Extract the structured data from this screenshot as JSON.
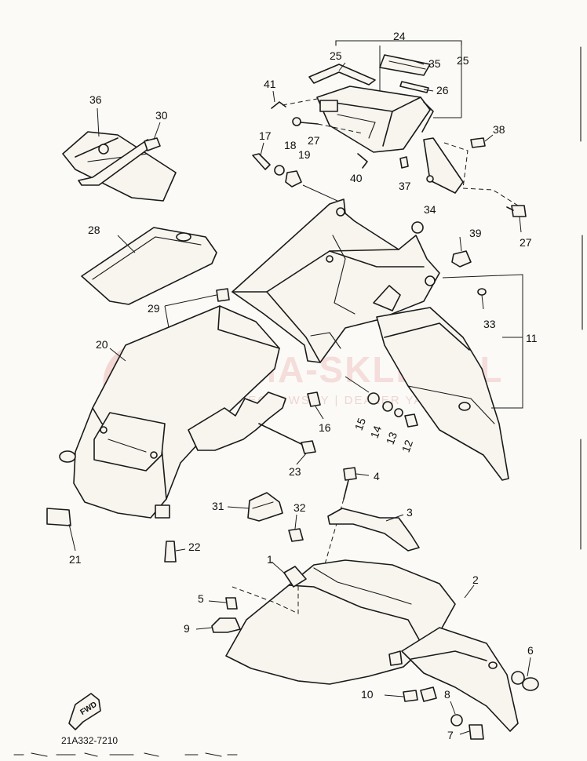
{
  "watermark": {
    "main": "YAMA-SKLEP.PL",
    "sub": "WOJCIECHOWSCY | DEALER YAMAHA"
  },
  "drawing_code": "21A332-7210",
  "fwd_label": "FWD",
  "labels": [
    {
      "id": "24",
      "text": "24"
    },
    {
      "id": "25a",
      "text": "25"
    },
    {
      "id": "25b",
      "text": "25"
    },
    {
      "id": "35",
      "text": "35"
    },
    {
      "id": "26",
      "text": "26"
    },
    {
      "id": "41",
      "text": "41"
    },
    {
      "id": "27a",
      "text": "27"
    },
    {
      "id": "36",
      "text": "36"
    },
    {
      "id": "30",
      "text": "30"
    },
    {
      "id": "17",
      "text": "17"
    },
    {
      "id": "18",
      "text": "18"
    },
    {
      "id": "19",
      "text": "19"
    },
    {
      "id": "40",
      "text": "40"
    },
    {
      "id": "37",
      "text": "37"
    },
    {
      "id": "38",
      "text": "38"
    },
    {
      "id": "27b",
      "text": "27"
    },
    {
      "id": "34",
      "text": "34"
    },
    {
      "id": "39",
      "text": "39"
    },
    {
      "id": "28",
      "text": "28"
    },
    {
      "id": "29",
      "text": "29"
    },
    {
      "id": "33",
      "text": "33"
    },
    {
      "id": "11",
      "text": "11"
    },
    {
      "id": "20",
      "text": "20"
    },
    {
      "id": "16",
      "text": "16"
    },
    {
      "id": "15",
      "text": "15"
    },
    {
      "id": "14",
      "text": "14"
    },
    {
      "id": "13",
      "text": "13"
    },
    {
      "id": "12",
      "text": "12"
    },
    {
      "id": "23",
      "text": "23"
    },
    {
      "id": "4",
      "text": "4"
    },
    {
      "id": "31",
      "text": "31"
    },
    {
      "id": "32",
      "text": "32"
    },
    {
      "id": "3",
      "text": "3"
    },
    {
      "id": "21",
      "text": "21"
    },
    {
      "id": "22",
      "text": "22"
    },
    {
      "id": "1",
      "text": "1"
    },
    {
      "id": "2",
      "text": "2"
    },
    {
      "id": "5",
      "text": "5"
    },
    {
      "id": "9",
      "text": "9"
    },
    {
      "id": "6",
      "text": "6"
    },
    {
      "id": "8",
      "text": "8"
    },
    {
      "id": "10",
      "text": "10"
    },
    {
      "id": "7",
      "text": "7"
    }
  ]
}
